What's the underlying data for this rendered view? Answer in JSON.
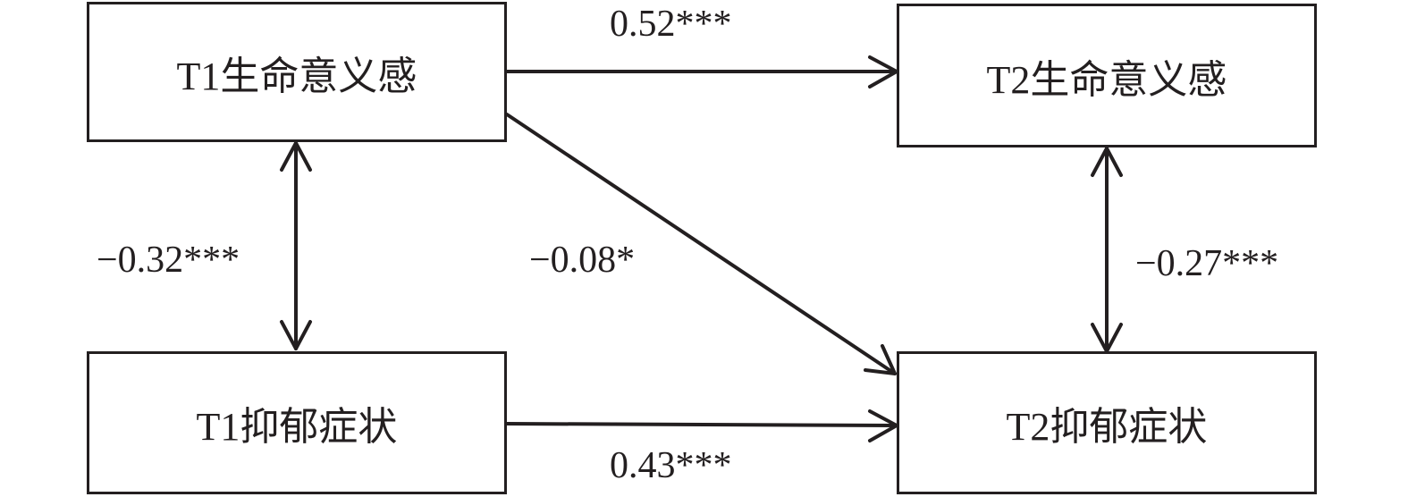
{
  "nodes": {
    "t1_meaning": "T1生命意义感",
    "t2_meaning": "T2生命意义感",
    "t1_depression": "T1抑郁症状",
    "t2_depression": "T2抑郁症状"
  },
  "paths": {
    "t1m_t2m": "0.52***",
    "t1d_t2d": "0.43***",
    "t1m_t1d": "−0.32***",
    "t1m_t2d": "−0.08*",
    "t2m_t2d": "−0.27***"
  }
}
